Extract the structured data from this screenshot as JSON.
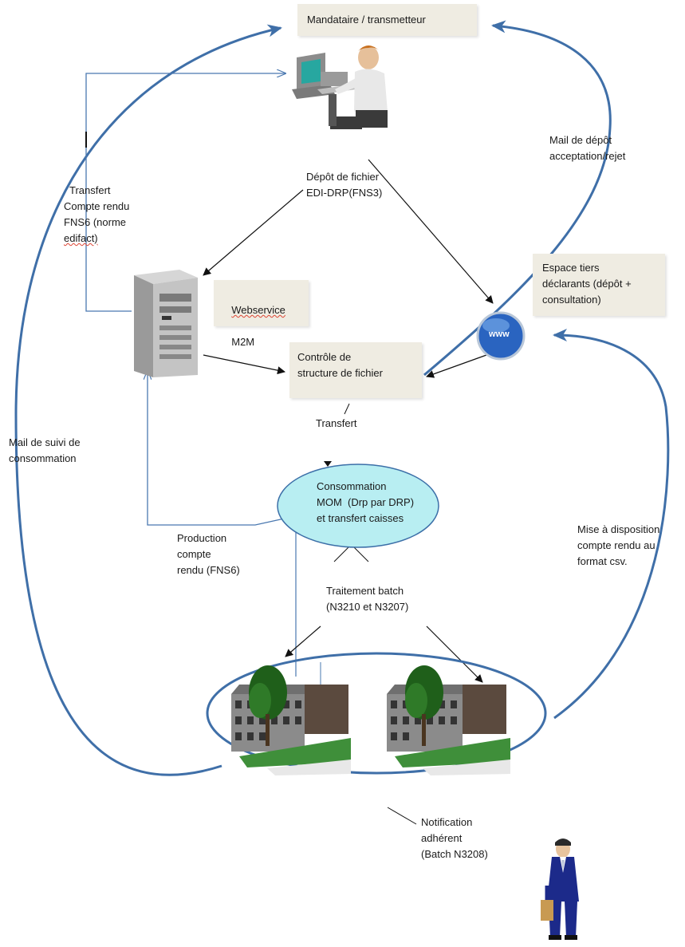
{
  "nodes": {
    "mandataire": "Mandataire / transmetteur",
    "espace_tiers": "Espace tiers\ndéclarants (dépôt +\nconsultation)",
    "webservice": "Webservice",
    "webservice_sub": "M2M",
    "controle": "Contrôle de\nstructure de fichier",
    "consommation": "Consommation\nMOM  (Drp par DRP)\net transfert caisses",
    "www": "www"
  },
  "edges": {
    "transfert_cr": "Transfert\nCompte rendu\nFNS6 (norme\n",
    "edifact": "edifact)",
    "depot": "Dépôt de fichier\nEDI-DRP(FNS3)",
    "mail_depot": "Mail de dépôt\nacceptation/rejet",
    "transfert": "Transfert",
    "mail_suivi": "Mail de suivi de\nconsommation",
    "production": "Production\ncompte\nrendu (FNS6)",
    "traitement": "Traitement batch\n(N3210 et N3207)",
    "mise_dispo": "Mise à disposition\ncompte rendu au\nformat csv.",
    "notification": "Notification\nadhérent\n(Batch N3208)"
  },
  "colors": {
    "arc": "#3f6fa8",
    "box": "#efece2",
    "ellipse": "#b8eef2",
    "globe": "#2a64c0"
  }
}
